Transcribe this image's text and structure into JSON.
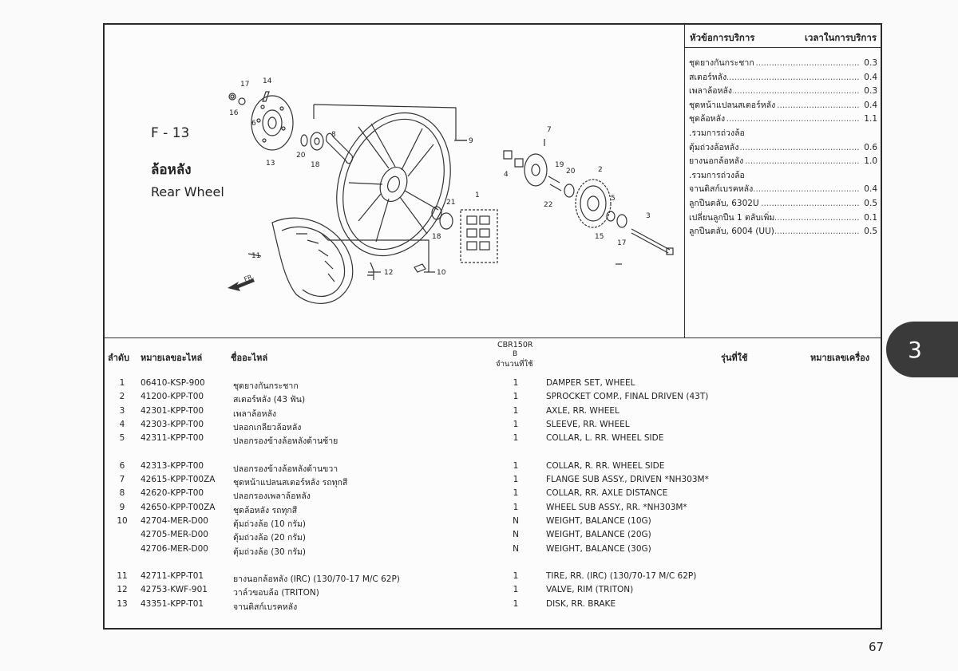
{
  "figure": {
    "code": "F - 13",
    "title_th": "ล้อหลัง",
    "title_en": "Rear Wheel"
  },
  "service_panel": {
    "header_topic": "หัวข้อการบริการ",
    "header_time": "เวลาในการบริการ",
    "items": [
      {
        "label": "ชุดยางกันกระชาก",
        "value": "0.3"
      },
      {
        "label": "สเตอร์หลัง",
        "value": "0.4"
      },
      {
        "label": "เพลาล้อหลัง",
        "value": "0.3"
      },
      {
        "label": "ชุดหน้าแปลนสเตอร์หลัง",
        "value": "0.4"
      },
      {
        "label": "ชุดล้อหลัง",
        "value": "1.1"
      },
      {
        "label": ".รวมการถ่วงล้อ",
        "value": ""
      },
      {
        "label": "ตุ้มถ่วงล้อหลัง",
        "value": "0.6"
      },
      {
        "label": "ยางนอกล้อหลัง",
        "value": "1.0"
      },
      {
        "label": ".รวมการถ่วงล้อ",
        "value": ""
      },
      {
        "label": "จานดิสก์เบรคหลัง",
        "value": "0.4"
      },
      {
        "label": "ลูกปืนตลับ, 6302U",
        "value": "0.5"
      },
      {
        "label": "เปลี่ยนลูกปืน 1 ตลับเพิ่ม",
        "value": "0.1"
      },
      {
        "label": "ลูกปืนตลับ, 6004 (UU)",
        "value": "0.5"
      }
    ]
  },
  "diagram": {
    "callouts": [
      "17",
      "14",
      "16",
      "6",
      "8",
      "20",
      "18",
      "13",
      "9",
      "7",
      "19",
      "20",
      "4",
      "2",
      "22",
      "5",
      "21",
      "1",
      "18",
      "3",
      "15",
      "17",
      "11",
      "12",
      "10"
    ],
    "fr_label": "FR."
  },
  "table": {
    "col_index": "ลำดับ",
    "col_part_no": "หมายเลขอะไหล่",
    "col_name": "ชื่ออะไหล่",
    "model": "CBR150R",
    "model_type": "B",
    "col_qty": "จำนวนที่ใช้",
    "col_model_used": "รุ่นที่ใช้",
    "col_engine_no": "หมายเลขเครื่อง",
    "rows": [
      {
        "idx": "1",
        "part": "06410-KSP-900",
        "name": "ชุดยางกันกระชาก",
        "qty": "1",
        "desc": "DAMPER SET, WHEEL"
      },
      {
        "idx": "2",
        "part": "41200-KPP-T00",
        "name": "สเตอร์หลัง (43 ฟัน)",
        "qty": "1",
        "desc": "SPROCKET COMP., FINAL DRIVEN (43T)"
      },
      {
        "idx": "3",
        "part": "42301-KPP-T00",
        "name": "เพลาล้อหลัง",
        "qty": "1",
        "desc": "AXLE, RR. WHEEL"
      },
      {
        "idx": "4",
        "part": "42303-KPP-T00",
        "name": "ปลอกเกลียวล้อหลัง",
        "qty": "1",
        "desc": "SLEEVE, RR. WHEEL"
      },
      {
        "idx": "5",
        "part": "42311-KPP-T00",
        "name": "ปลอกรองข้างล้อหลังด้านซ้าย",
        "qty": "1",
        "desc": "COLLAR, L. RR. WHEEL SIDE"
      },
      {
        "idx": "6",
        "part": "42313-KPP-T00",
        "name": "ปลอกรองข้างล้อหลังด้านขวา",
        "qty": "1",
        "desc": "COLLAR, R. RR. WHEEL SIDE"
      },
      {
        "idx": "7",
        "part": "42615-KPP-T00ZA",
        "name": "ชุดหน้าแปลนสเตอร์หลัง รถทุกสี",
        "qty": "1",
        "desc": "FLANGE SUB ASSY., DRIVEN *NH303M*"
      },
      {
        "idx": "8",
        "part": "42620-KPP-T00",
        "name": "ปลอกรองเพลาล้อหลัง",
        "qty": "1",
        "desc": "COLLAR, RR. AXLE DISTANCE"
      },
      {
        "idx": "9",
        "part": "42650-KPP-T00ZA",
        "name": "ชุดล้อหลัง รถทุกสี",
        "qty": "1",
        "desc": "WHEEL SUB ASSY., RR. *NH303M*"
      },
      {
        "idx": "10",
        "part": "42704-MER-D00",
        "name": "ตุ้มถ่วงล้อ (10 กรัม)",
        "qty": "N",
        "desc": "WEIGHT, BALANCE (10G)"
      },
      {
        "idx": "",
        "part": "42705-MER-D00",
        "name": "ตุ้มถ่วงล้อ (20 กรัม)",
        "qty": "N",
        "desc": "WEIGHT, BALANCE (20G)"
      },
      {
        "idx": "",
        "part": "42706-MER-D00",
        "name": "ตุ้มถ่วงล้อ (30 กรัม)",
        "qty": "N",
        "desc": "WEIGHT, BALANCE (30G)"
      },
      {
        "idx": "11",
        "part": "42711-KPP-T01",
        "name": "ยางนอกล้อหลัง (IRC) (130/70-17 M/C 62P)",
        "qty": "1",
        "desc": "TIRE, RR. (IRC) (130/70-17 M/C 62P)"
      },
      {
        "idx": "12",
        "part": "42753-KWF-901",
        "name": "วาล์วขอบล้อ (TRITON)",
        "qty": "1",
        "desc": "VALVE, RIM (TRITON)"
      },
      {
        "idx": "13",
        "part": "43351-KPP-T01",
        "name": "จานดิสก์เบรคหลัง",
        "qty": "1",
        "desc": "DISK, RR. BRAKE"
      }
    ]
  },
  "chapter": "3",
  "page_number": "67"
}
